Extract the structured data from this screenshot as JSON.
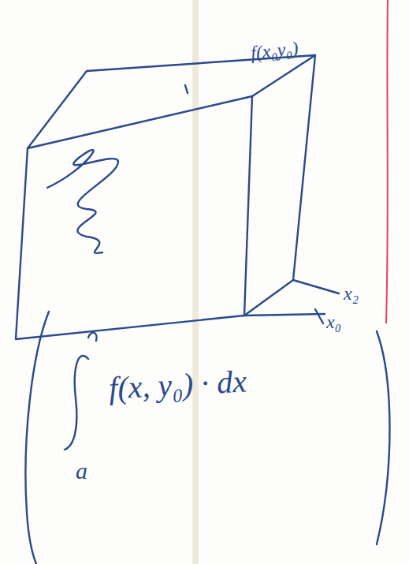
{
  "diagram": {
    "labels": [
      "f(x₀y₀)",
      "x₂",
      "x₀",
      "f(x, y₀) · dx",
      "a"
    ]
  }
}
